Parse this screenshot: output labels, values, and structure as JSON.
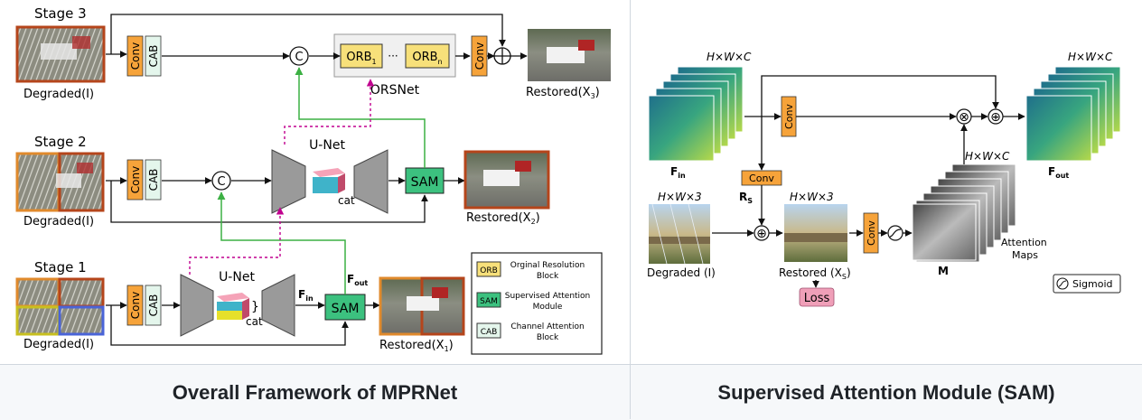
{
  "captions": {
    "left": "Overall Framework of MPRNet",
    "right": "Supervised Attention Module (SAM)"
  },
  "mprnet": {
    "stage3": "Stage 3",
    "stage2": "Stage 2",
    "stage1": "Stage 1",
    "degraded": "Degraded(I)",
    "conv": "Conv",
    "cab": "CAB",
    "concat": "C",
    "orb1": "ORB",
    "orb1_sub": "1",
    "orbn": "ORB",
    "orbn_sub": "n",
    "ellipsis": "···",
    "orsnet": "ORSNet",
    "restored3": "Restored(X",
    "restored3_sub": "3",
    "restored2": "Restored(X",
    "restored2_sub": "2",
    "restored1": "Restored(X",
    "restored1_sub": "1",
    "close_paren": ")",
    "unet": "U-Net",
    "cat": "cat",
    "sam": "SAM",
    "fin": "F",
    "fin_sub": "in",
    "fout": "F",
    "fout_sub": "out",
    "legend": [
      {
        "abbr": "ORB",
        "line1": "Orginal Resolution",
        "line2": "Block",
        "color": "#f7e07a"
      },
      {
        "abbr": "SAM",
        "line1": "Supervised Attention",
        "line2": "Module",
        "color": "#3cc17f"
      },
      {
        "abbr": "CAB",
        "line1": "Channel Attention",
        "line2": "Block",
        "color": "#e4f6ec"
      }
    ]
  },
  "sam_module": {
    "hwc": "H×W×C",
    "hw3": "H×W×3",
    "conv": "Conv",
    "fin": "F",
    "fin_sub": "in",
    "fout": "F",
    "fout_sub": "out",
    "rs": "R",
    "rs_sub": "S",
    "degraded": "Degraded (I)",
    "restored": "Restored (X",
    "restored_sub": "S",
    "close_paren": ")",
    "loss": "Loss",
    "m": "M",
    "attention": "Attention",
    "maps": "Maps",
    "sigmoid": "Sigmoid",
    "multiply": "⊗",
    "plus": "⊕"
  },
  "colors": {
    "conv": "#f6a33a",
    "cab": "#e4f6ec",
    "sam": "#3cc17f",
    "orb": "#f7e07a",
    "loss": "#ef9fb8",
    "green_arrow": "#3cb043",
    "magenta_arrow": "#c0008f"
  }
}
